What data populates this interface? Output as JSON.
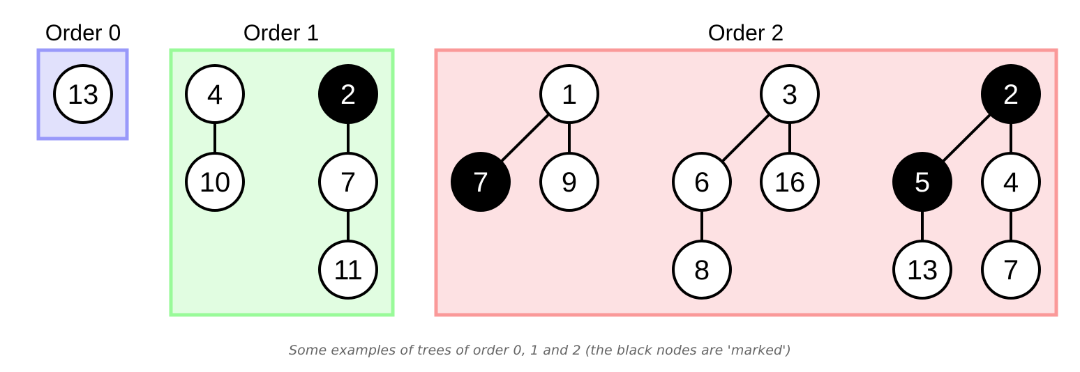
{
  "colors": {
    "edge": "#000000",
    "node_stroke": "#000000",
    "node_fill_default": "#ffffff",
    "node_fill_marked": "#000000",
    "text_default": "#000000",
    "text_marked": "#ffffff"
  },
  "groups": [
    {
      "label": "Order 0",
      "fill": "#e1e1fc",
      "stroke": "#9999fa",
      "nodes": [
        {
          "id": "g0-n13",
          "label": "13",
          "marked": false
        }
      ],
      "edges": []
    },
    {
      "label": "Order 1",
      "fill": "#e1fde1",
      "stroke": "#99fa99",
      "nodes": [
        {
          "id": "g1-n4",
          "label": "4",
          "marked": false
        },
        {
          "id": "g1-n10",
          "label": "10",
          "marked": false
        },
        {
          "id": "g1-n2",
          "label": "2",
          "marked": true
        },
        {
          "id": "g1-n7",
          "label": "7",
          "marked": false
        },
        {
          "id": "g1-n11",
          "label": "11",
          "marked": false
        }
      ],
      "edges": [
        [
          "g1-n4",
          "g1-n10"
        ],
        [
          "g1-n2",
          "g1-n7"
        ],
        [
          "g1-n7",
          "g1-n11"
        ]
      ]
    },
    {
      "label": "Order 2",
      "fill": "#fde1e3",
      "stroke": "#fa9999",
      "nodes": [
        {
          "id": "g2-n1",
          "label": "1",
          "marked": false
        },
        {
          "id": "g2-n7a",
          "label": "7",
          "marked": true
        },
        {
          "id": "g2-n9",
          "label": "9",
          "marked": false
        },
        {
          "id": "g2-n3",
          "label": "3",
          "marked": false
        },
        {
          "id": "g2-n6",
          "label": "6",
          "marked": false
        },
        {
          "id": "g2-n16",
          "label": "16",
          "marked": false
        },
        {
          "id": "g2-n8",
          "label": "8",
          "marked": false
        },
        {
          "id": "g2-n2",
          "label": "2",
          "marked": true
        },
        {
          "id": "g2-n5",
          "label": "5",
          "marked": true
        },
        {
          "id": "g2-n4",
          "label": "4",
          "marked": false
        },
        {
          "id": "g2-n13",
          "label": "13",
          "marked": false
        },
        {
          "id": "g2-n7b",
          "label": "7",
          "marked": false
        }
      ],
      "edges": [
        [
          "g2-n1",
          "g2-n7a"
        ],
        [
          "g2-n1",
          "g2-n9"
        ],
        [
          "g2-n3",
          "g2-n6"
        ],
        [
          "g2-n3",
          "g2-n16"
        ],
        [
          "g2-n6",
          "g2-n8"
        ],
        [
          "g2-n2",
          "g2-n5"
        ],
        [
          "g2-n2",
          "g2-n4"
        ],
        [
          "g2-n5",
          "g2-n13"
        ],
        [
          "g2-n4",
          "g2-n7b"
        ]
      ]
    }
  ],
  "caption": "Some examples of trees of order 0, 1 and 2 (the black nodes are 'marked')"
}
